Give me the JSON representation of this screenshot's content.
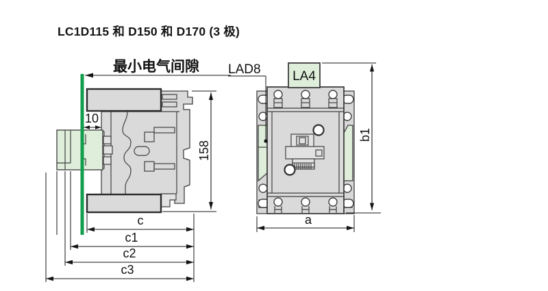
{
  "title": "LC1D115 和 D150 和 D170 (3 极)",
  "side_view": {
    "clearance_label": "最小电气间隙",
    "dims": {
      "gap": "10",
      "height": "158",
      "c": "c",
      "c1": "c1",
      "c2": "c2",
      "c3": "c3"
    }
  },
  "front_view": {
    "accessory_label": "LAD8",
    "coil_label": "LA4",
    "dims": {
      "width": "a",
      "height": "b1"
    }
  },
  "colors": {
    "clearance_line": "#129e4c",
    "accessory_fill": "#deeeda",
    "body_fill": "#dadada"
  }
}
